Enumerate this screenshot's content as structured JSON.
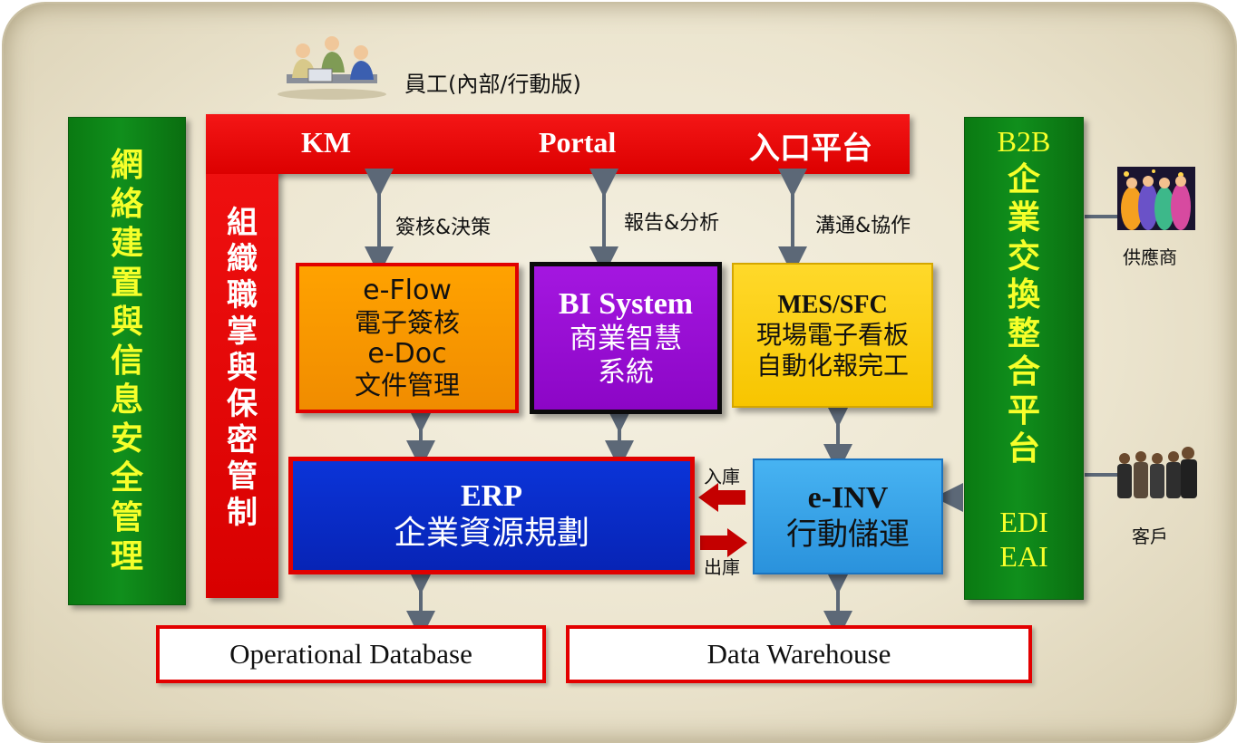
{
  "top": {
    "employees_label": "員工(內部/行動版)",
    "km": "KM",
    "portal": "Portal",
    "portal_zh": "入口平台"
  },
  "left_bar": {
    "chars": [
      "網",
      "絡",
      "建",
      "置",
      "與",
      "信",
      "息",
      "安",
      "全",
      "管",
      "理"
    ]
  },
  "org_bar": {
    "chars": [
      "組",
      "織",
      "職",
      "掌",
      "與",
      "保",
      "密",
      "管",
      "制"
    ]
  },
  "arrows": {
    "sign_decision": "簽核&決策",
    "report_analysis": "報告&分析",
    "comm_collab": "溝通&協作",
    "in_stock": "入庫",
    "out_stock": "出庫"
  },
  "eflow": {
    "line1": "e-Flow",
    "line2": "電子簽核",
    "line3": "e-Doc",
    "line4": "文件管理"
  },
  "bi": {
    "line1": "BI System",
    "line2": "商業智慧",
    "line3": "系統"
  },
  "mes": {
    "line1": "MES/SFC",
    "line2": "現場電子看板",
    "line3": "自動化報完工"
  },
  "erp": {
    "line1": "ERP",
    "line2": "企業資源規劃"
  },
  "einv": {
    "line1": "e-INV",
    "line2": "行動儲運"
  },
  "b2b": {
    "title": "B2B",
    "chars": [
      "企",
      "業",
      "交",
      "換",
      "整",
      "合",
      "平",
      "台"
    ],
    "edi": "EDI",
    "eai": "EAI"
  },
  "right": {
    "supplier": "供應商",
    "customer": "客戶"
  },
  "databases": {
    "operational": "Operational Database",
    "warehouse": "Data Warehouse"
  },
  "colors": {
    "green": "#0c8014",
    "red": "#e00000",
    "orange": "#ff9900",
    "purple": "#9b0fd6",
    "yellow": "#ffd21a",
    "blue": "#0a2fd0",
    "light_blue": "#3aa8ee"
  }
}
